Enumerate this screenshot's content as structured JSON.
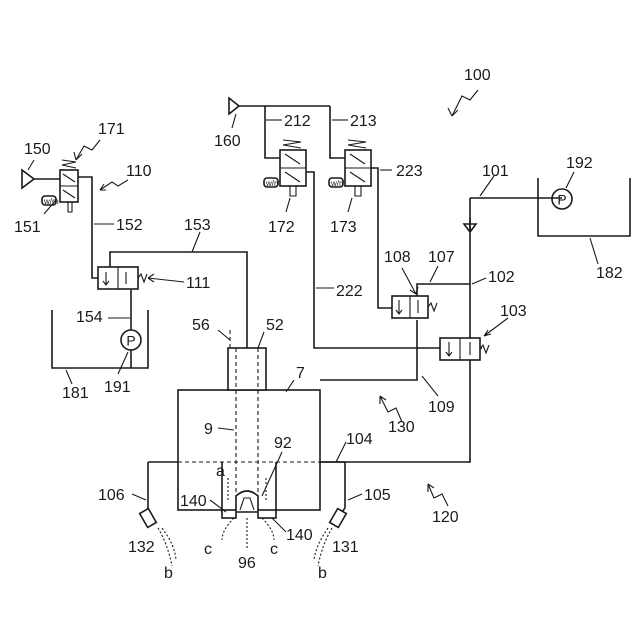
{
  "labels": {
    "system": "100",
    "l101": "101",
    "l102": "102",
    "l103": "103",
    "l104": "104",
    "l105": "105",
    "l106": "106",
    "l107": "107",
    "l108": "108",
    "l109": "109",
    "l110": "110",
    "l111": "111",
    "l120": "120",
    "l130": "130",
    "l131": "131",
    "l132": "132",
    "l140a": "140",
    "l140b": "140",
    "l150": "150",
    "l151": "151",
    "l152": "152",
    "l153": "153",
    "l154": "154",
    "l160": "160",
    "l171": "171",
    "l172": "172",
    "l173": "173",
    "l181": "181",
    "l182": "182",
    "l191": "191",
    "l192": "192",
    "l212": "212",
    "l213": "213",
    "l222": "222",
    "l223": "223",
    "l52": "52",
    "l56": "56",
    "l7": "7",
    "l9": "9",
    "l92": "92",
    "l96": "96",
    "la": "a",
    "lb1": "b",
    "lb2": "b",
    "lc1": "c",
    "lc2": "c"
  },
  "pump_symbol": "P",
  "valve_actuator_text": "w/m"
}
